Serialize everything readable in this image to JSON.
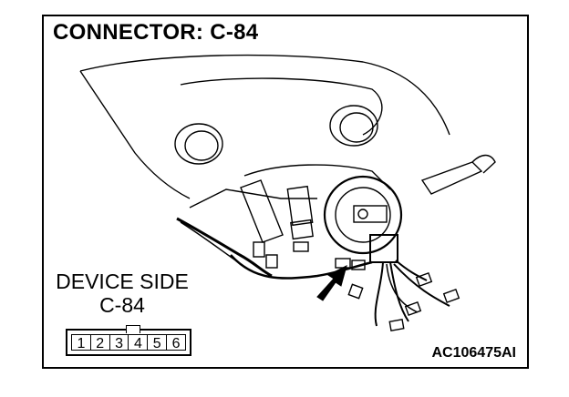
{
  "title": "CONNECTOR: C-84",
  "device_side": {
    "line1": "DEVICE SIDE",
    "line2": "C-84"
  },
  "connector_pins": [
    "1",
    "2",
    "3",
    "4",
    "5",
    "6"
  ],
  "reference_code": "AC106475AI",
  "icons": {
    "pointer": "arrow-icon",
    "connector": "connector-face-icon"
  }
}
